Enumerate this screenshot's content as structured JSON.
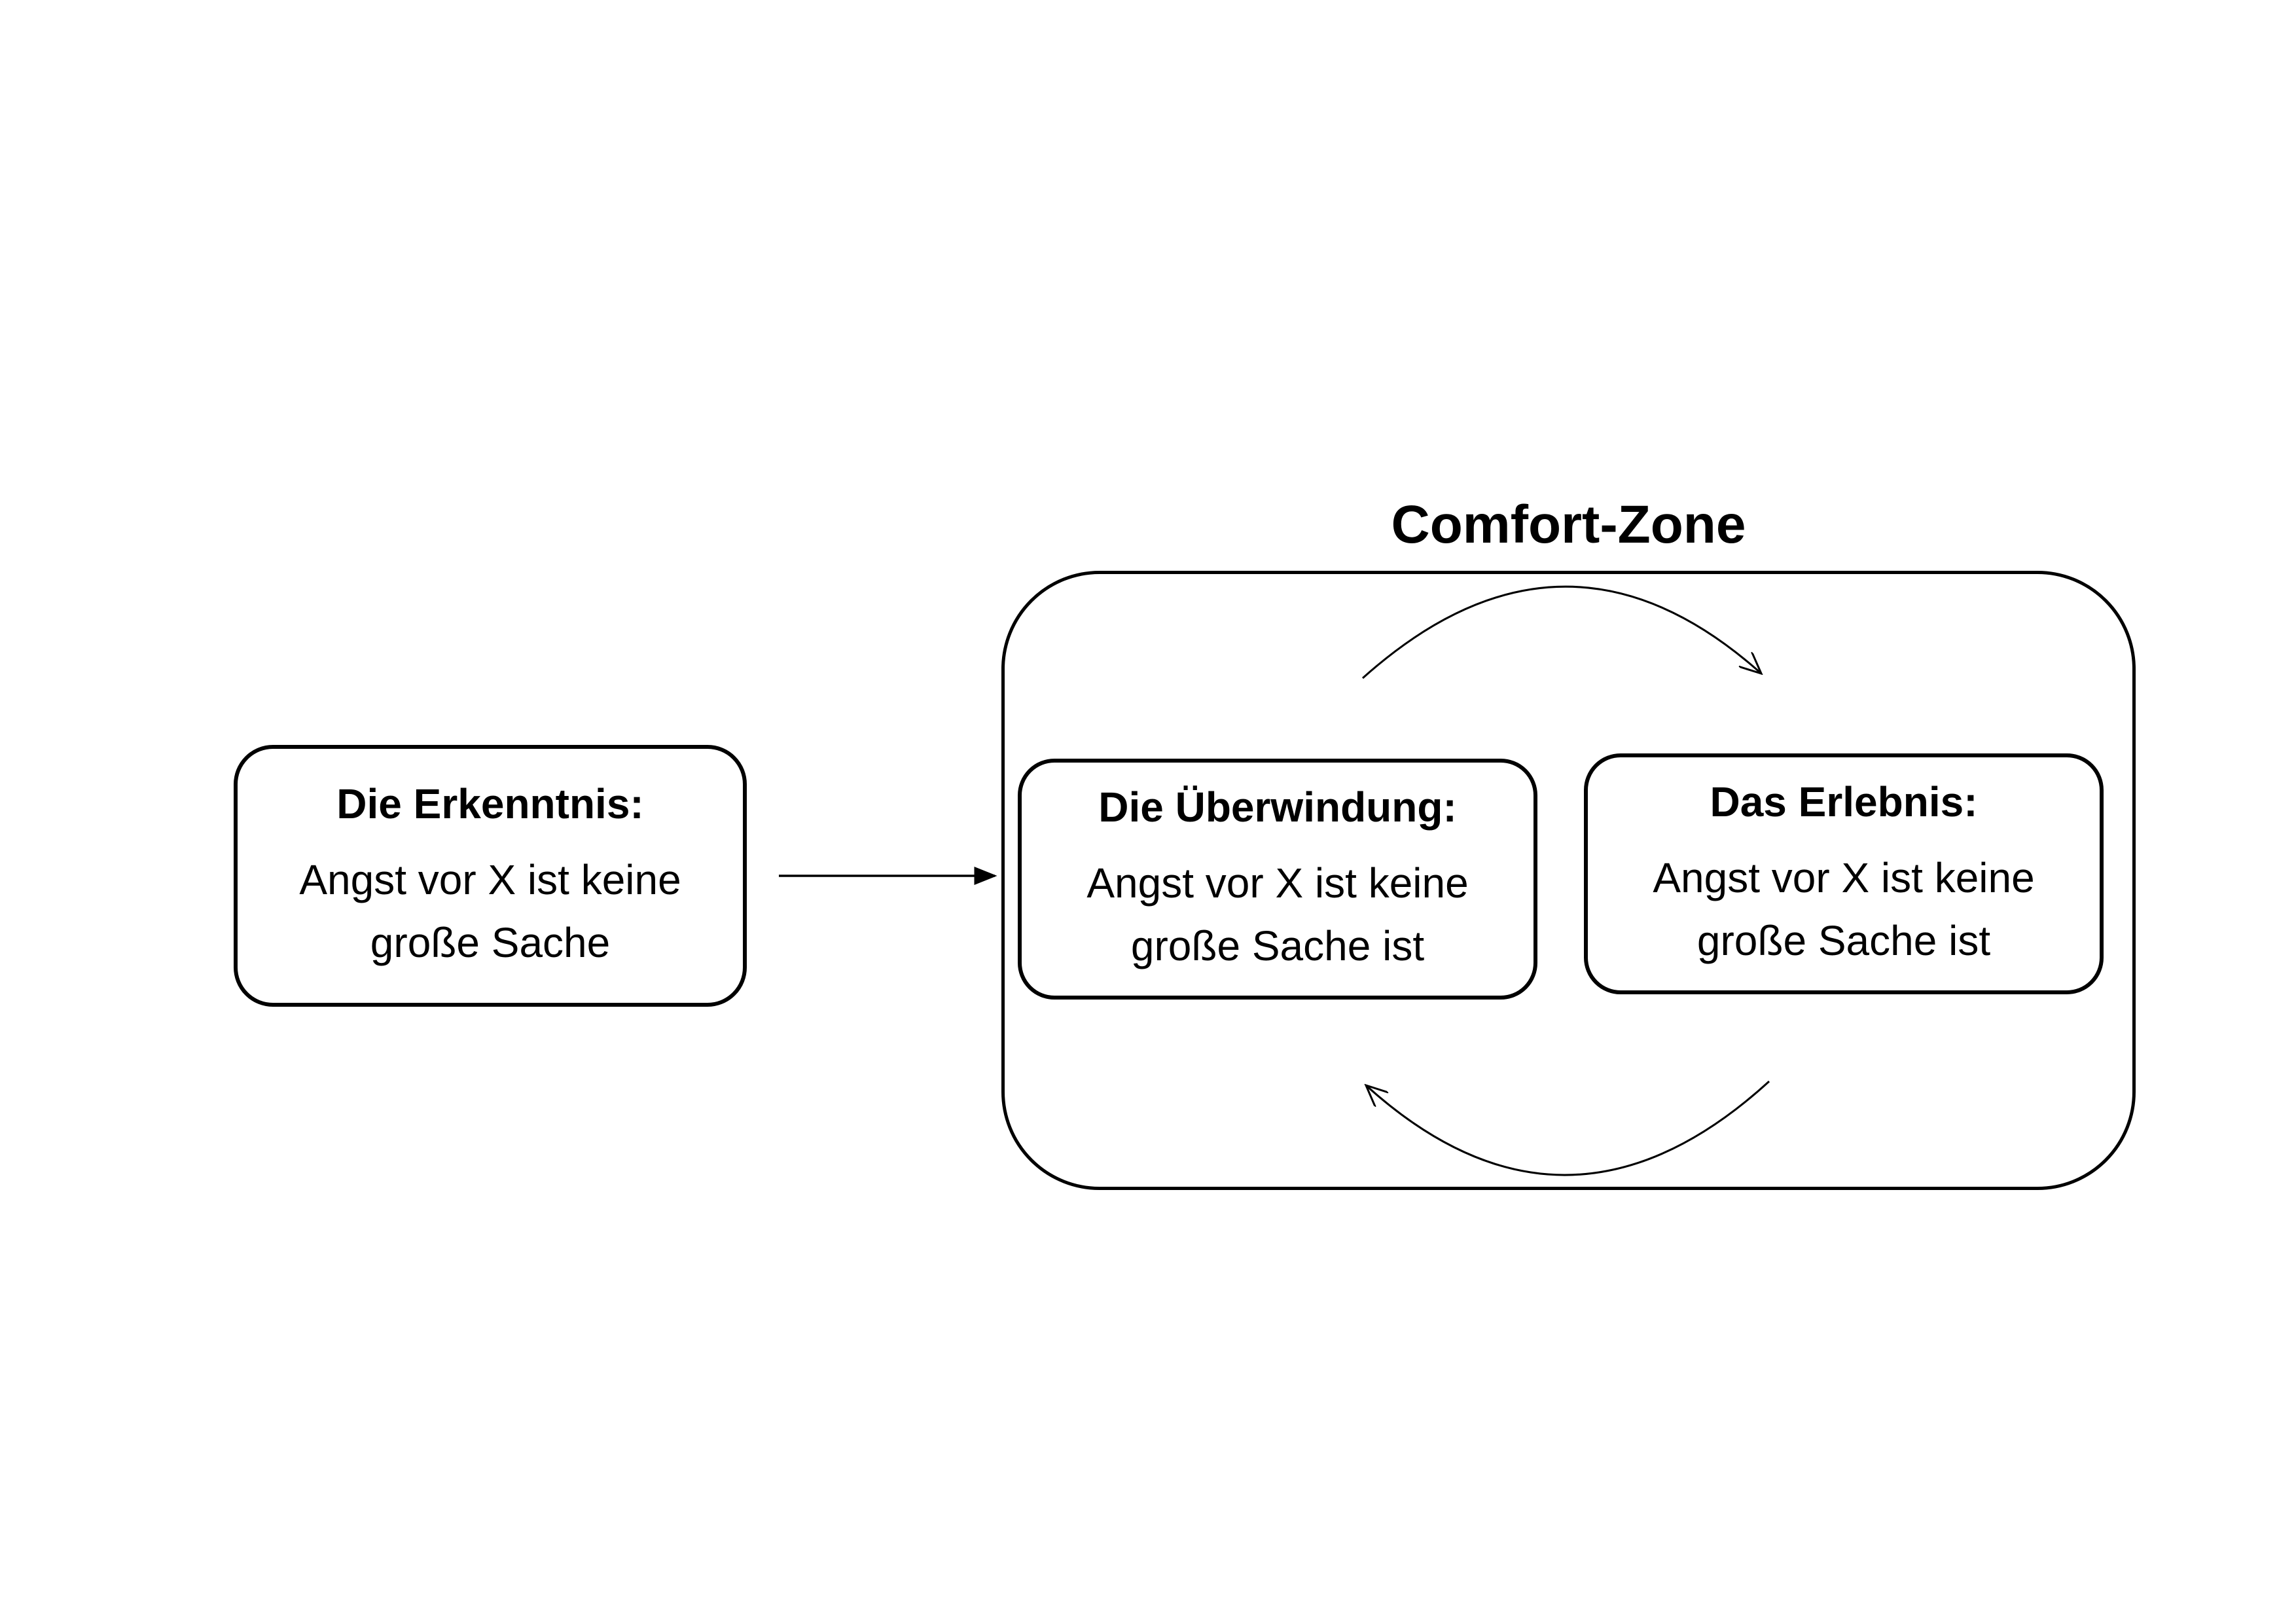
{
  "diagram": {
    "zone": {
      "title": "Comfort-Zone"
    },
    "nodes": [
      {
        "id": "erkenntnis",
        "title": "Die Erkenntnis:",
        "lines": [
          "Angst vor X ist keine",
          "große Sache"
        ]
      },
      {
        "id": "ueberwindung",
        "title": "Die Überwindung:",
        "lines": [
          "Angst vor X ist keine",
          "große Sache ist"
        ]
      },
      {
        "id": "erlebnis",
        "title": "Das Erlebnis:",
        "lines": [
          "Angst vor X ist keine",
          "große Sache ist"
        ]
      }
    ],
    "edges": [
      {
        "from": "erkenntnis",
        "to": "comfort-zone",
        "style": "straight-arrow"
      },
      {
        "from": "ueberwindung",
        "to": "erlebnis",
        "style": "curved-arrow-top"
      },
      {
        "from": "erlebnis",
        "to": "ueberwindung",
        "style": "curved-arrow-bottom"
      }
    ],
    "colors": {
      "stroke": "#000000",
      "background": "#ffffff"
    }
  }
}
